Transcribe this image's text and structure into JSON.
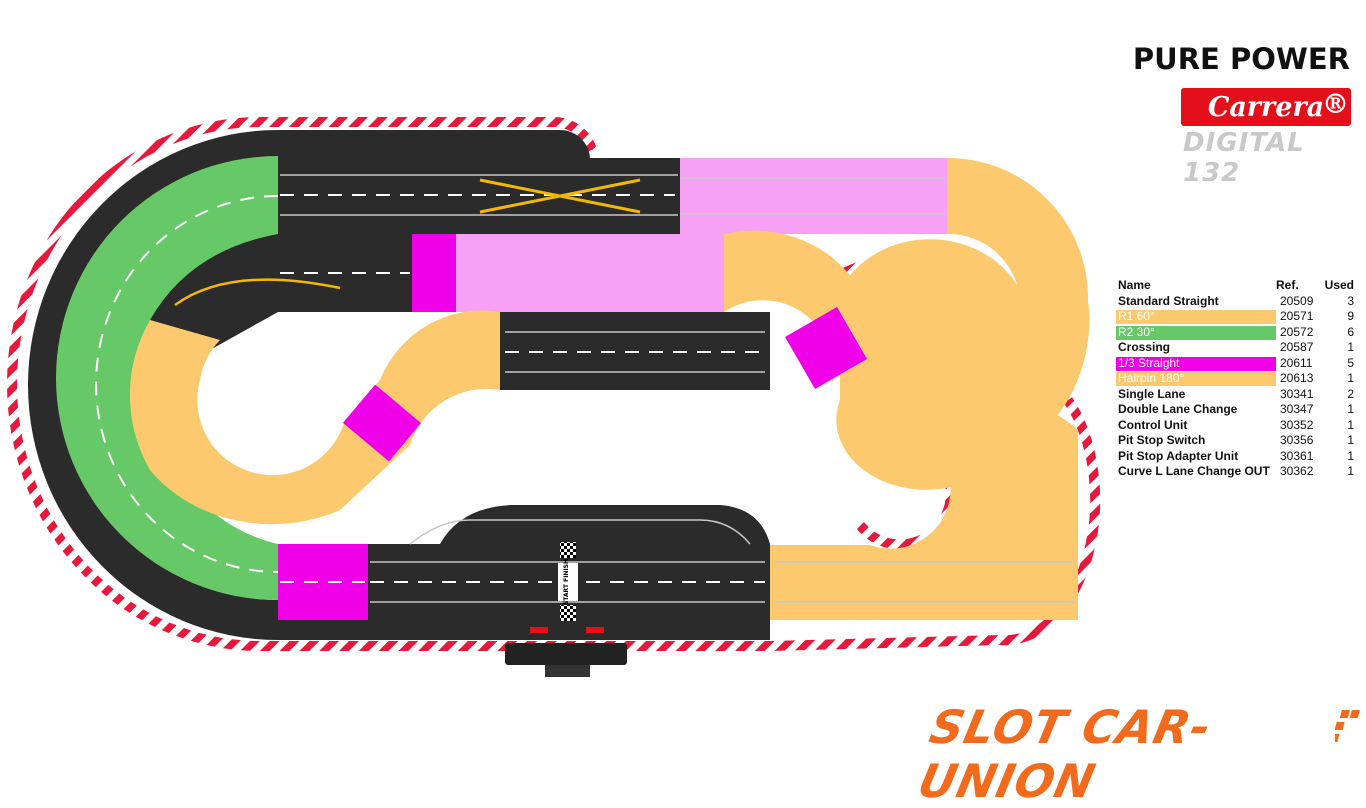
{
  "brand": {
    "title": "PURE POWER",
    "maker": "Carrera",
    "system": "DIGITAL 132",
    "retailer": "SLOT CAR-UNION"
  },
  "track": {
    "start_finish_label": "START FINISH",
    "colors": {
      "asphalt": "#2b2b2b",
      "r1": "#fdc96f",
      "r2": "#66c866",
      "third_straight": "#f000e8",
      "hairpin": "#fdc96f",
      "crossing": "#f7a1f4",
      "curb_red": "#e8183c",
      "rail": "#c8c8c8",
      "lane_change": "#f5b800"
    }
  },
  "parts": {
    "headers": {
      "name": "Name",
      "ref": "Ref.",
      "used": "Used"
    },
    "rows": [
      {
        "name": "Standard Straight",
        "ref": "20509",
        "used": "3",
        "color": ""
      },
      {
        "name": "R1 60°",
        "ref": "20571",
        "used": "9",
        "color": "#fdc96f"
      },
      {
        "name": "R2 30°",
        "ref": "20572",
        "used": "6",
        "color": "#66c866"
      },
      {
        "name": "Crossing",
        "ref": "20587",
        "used": "1",
        "color": ""
      },
      {
        "name": "1/3 Straight",
        "ref": "20611",
        "used": "5",
        "color": "#f000e8"
      },
      {
        "name": "Hairpin 180°",
        "ref": "20613",
        "used": "1",
        "color": "#fdc96f"
      },
      {
        "name": "Single Lane",
        "ref": "30341",
        "used": "2",
        "color": ""
      },
      {
        "name": "Double Lane Change",
        "ref": "30347",
        "used": "1",
        "color": ""
      },
      {
        "name": "Control Unit",
        "ref": "30352",
        "used": "1",
        "color": ""
      },
      {
        "name": "Pit Stop Switch",
        "ref": "30356",
        "used": "1",
        "color": ""
      },
      {
        "name": "Pit Stop Adapter Unit",
        "ref": "30361",
        "used": "1",
        "color": ""
      },
      {
        "name": "Curve L Lane Change OUT",
        "ref": "30362",
        "used": "1",
        "color": ""
      }
    ]
  }
}
